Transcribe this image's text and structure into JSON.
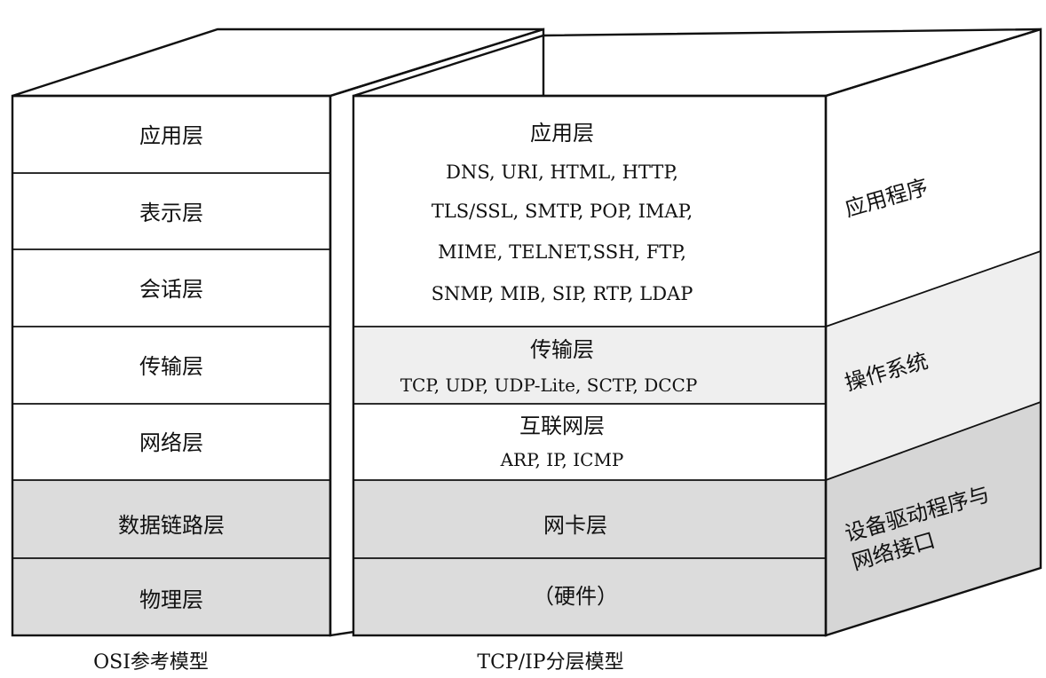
{
  "osi_model": {
    "caption": "OSI参考模型",
    "layers": [
      "应用层",
      "表示层",
      "会话层",
      "传输层",
      "网络层",
      "数据链路层",
      "物理层"
    ]
  },
  "tcpip_model": {
    "caption": "TCP/IP分层模型",
    "application": {
      "title": "应用层",
      "protocol_lines": [
        "DNS, URI, HTML, HTTP,",
        "TLS/SSL, SMTP, POP, IMAP,",
        "MIME, TELNET,SSH, FTP,",
        "SNMP, MIB, SIP, RTP, LDAP"
      ]
    },
    "transport": {
      "title": "传输层",
      "protocols": "TCP, UDP, UDP-Lite, SCTP, DCCP"
    },
    "internet": {
      "title": "互联网层",
      "protocols": "ARP, IP, ICMP"
    },
    "nic": {
      "title": "网卡层"
    },
    "hardware": {
      "title": "（硬件）"
    }
  },
  "side_labels": {
    "application_program": "应用程序",
    "operating_system": "操作系统",
    "driver_line1": "设备驱动程序与",
    "driver_line2": "网络接口"
  },
  "colors": {
    "hardware_shade": "#dcdcdc",
    "outline": "#111111",
    "background": "#ffffff"
  }
}
